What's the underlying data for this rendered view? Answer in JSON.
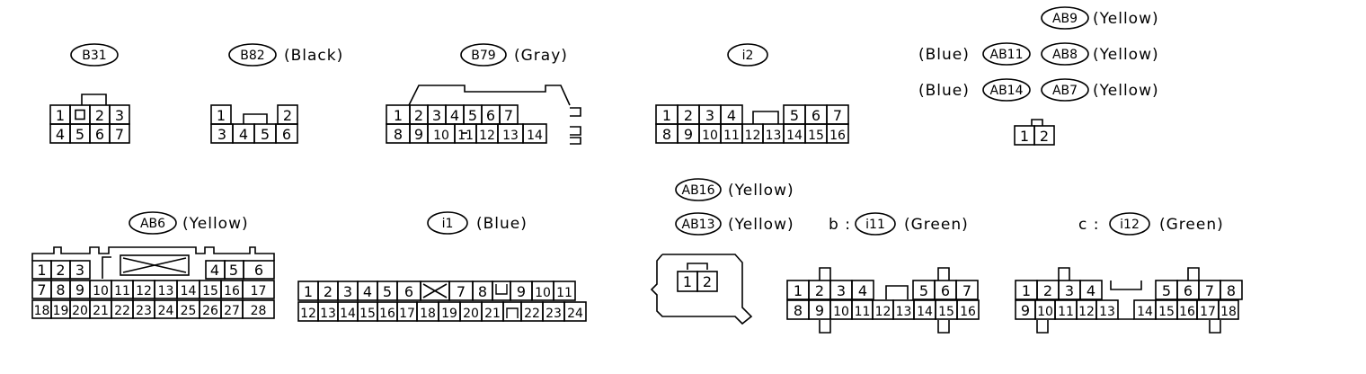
{
  "colors": {
    "line": "#000000",
    "background": "#ffffff"
  },
  "connectors": {
    "B31": {
      "id": "B31",
      "color": "",
      "rows": [
        [
          "1",
          "",
          "2",
          "3"
        ],
        [
          "4",
          "5",
          "6",
          "7"
        ]
      ]
    },
    "B82": {
      "id": "B82",
      "color": "(Black)",
      "rows": [
        [
          "1",
          "",
          "",
          "2"
        ],
        [
          "3",
          "4",
          "5",
          "6"
        ]
      ]
    },
    "B79": {
      "id": "B79",
      "color": "(Gray)",
      "rows": [
        [
          "1",
          "2",
          "3",
          "4",
          "5",
          "6",
          "7"
        ],
        [
          "8",
          "9",
          "10",
          "11",
          "12",
          "13",
          "14"
        ]
      ]
    },
    "i2": {
      "id": "i2",
      "color": "",
      "rows": [
        [
          "1",
          "2",
          "3",
          "4",
          "",
          "5",
          "6",
          "7"
        ],
        [
          "8",
          "9",
          "10",
          "11",
          "12",
          "13",
          "14",
          "15",
          "16"
        ]
      ]
    },
    "airbag_2pin": {
      "ids": [
        {
          "id": "AB9",
          "color": "(Yellow)"
        },
        {
          "id": "AB11",
          "color": "(Blue)"
        },
        {
          "id": "AB8",
          "color": "(Yellow)"
        },
        {
          "id": "AB14",
          "color": "(Blue)"
        },
        {
          "id": "AB7",
          "color": "(Yellow)"
        }
      ],
      "pins": [
        "1",
        "2"
      ]
    },
    "AB6": {
      "id": "AB6",
      "color": "(Yellow)",
      "rows": [
        [
          "1",
          "2",
          "3",
          "",
          "4",
          "5",
          "6"
        ],
        [
          "7",
          "8",
          "9",
          "10",
          "11",
          "12",
          "13",
          "14",
          "15",
          "16",
          "17"
        ],
        [
          "18",
          "19",
          "20",
          "21",
          "22",
          "23",
          "24",
          "25",
          "26",
          "27",
          "28"
        ]
      ]
    },
    "i1": {
      "id": "i1",
      "color": "(Blue)",
      "rows": [
        [
          "1",
          "2",
          "3",
          "4",
          "5",
          "6",
          "",
          "7",
          "8",
          "",
          "9",
          "10",
          "11"
        ],
        [
          "12",
          "13",
          "14",
          "15",
          "16",
          "17",
          "18",
          "19",
          "20",
          "21",
          "",
          "22",
          "23",
          "24"
        ]
      ]
    },
    "airbag_sensor": {
      "ids": [
        {
          "id": "AB16",
          "color": "(Yellow)"
        },
        {
          "id": "AB13",
          "color": "(Yellow)"
        }
      ],
      "pins": [
        "1",
        "2"
      ]
    },
    "i11": {
      "prefix": "b :",
      "id": "i11",
      "color": "(Green)",
      "rows": [
        [
          "1",
          "2",
          "3",
          "4",
          "",
          "5",
          "6",
          "7"
        ],
        [
          "8",
          "9",
          "10",
          "11",
          "12",
          "13",
          "14",
          "15",
          "16"
        ]
      ]
    },
    "i12": {
      "prefix": "c :",
      "id": "i12",
      "color": "(Green)",
      "rows": [
        [
          "1",
          "2",
          "3",
          "4",
          "",
          "5",
          "6",
          "7",
          "8"
        ],
        [
          "9",
          "10",
          "11",
          "12",
          "13",
          "14",
          "15",
          "16",
          "17",
          "18"
        ]
      ]
    }
  }
}
